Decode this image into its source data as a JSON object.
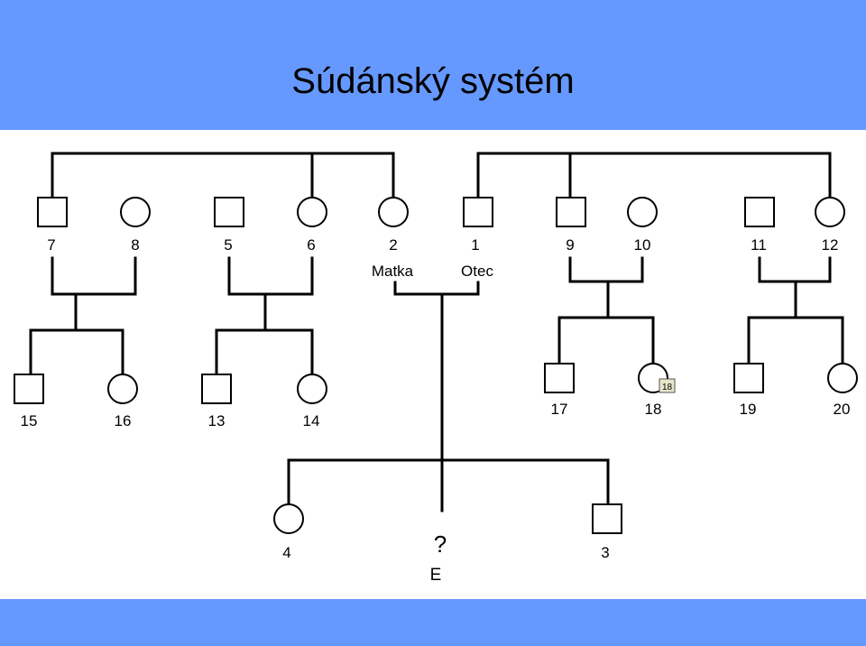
{
  "slide": {
    "title": "Súdánský systém"
  },
  "colors": {
    "band": "#6699ff",
    "line": "#000000",
    "background": "#ffffff"
  },
  "persons": [
    {
      "id": "7",
      "sex": "male"
    },
    {
      "id": "8",
      "sex": "female"
    },
    {
      "id": "5",
      "sex": "male"
    },
    {
      "id": "6",
      "sex": "female"
    },
    {
      "id": "2",
      "sex": "female",
      "role": "Matka"
    },
    {
      "id": "1",
      "sex": "male",
      "role": "Otec"
    },
    {
      "id": "9",
      "sex": "male"
    },
    {
      "id": "10",
      "sex": "female"
    },
    {
      "id": "11",
      "sex": "male"
    },
    {
      "id": "12",
      "sex": "female"
    },
    {
      "id": "15",
      "sex": "male"
    },
    {
      "id": "16",
      "sex": "female"
    },
    {
      "id": "13",
      "sex": "male"
    },
    {
      "id": "14",
      "sex": "female"
    },
    {
      "id": "17",
      "sex": "male"
    },
    {
      "id": "18",
      "sex": "female",
      "badge": "18"
    },
    {
      "id": "19",
      "sex": "male"
    },
    {
      "id": "20",
      "sex": "female"
    },
    {
      "id": "4",
      "sex": "female"
    },
    {
      "id": "3",
      "sex": "male"
    }
  ],
  "ego": {
    "mark": "?",
    "label": "E"
  }
}
